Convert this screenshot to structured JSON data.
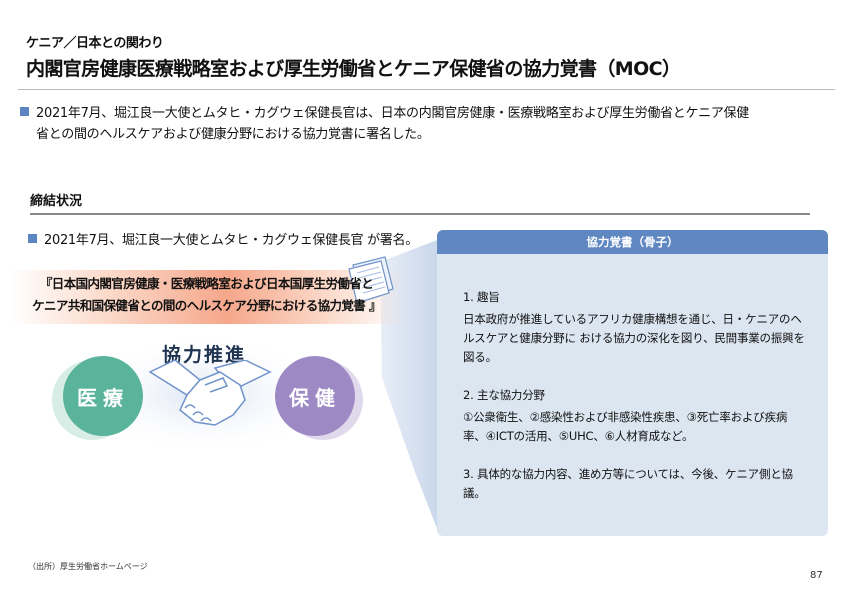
{
  "header": {
    "breadcrumb": "ケニア／日本との関わり",
    "title": "内閣官房健康医療戦略室および厚生労働省とケニア保健省の協力覚書（MOC）"
  },
  "lead": {
    "line1": "2021年7月、堀江良一大使とムタヒ・カグウェ保健長官は、日本の内閣官房健康・医療戦略室および厚生労働省とケニア保健",
    "line2": "省との間のヘルスケアおよび健康分野における協力覚書に署名した。"
  },
  "signing": {
    "section_title": "締結状況",
    "bullet": "2021年7月、堀江良一大使とムタヒ・カグウェ保健長官 が署名。"
  },
  "agreement": {
    "line1": "『日本国内閣官房健康・医療戦略室および日本国厚生労働省と",
    "line2": "ケニア共和国保健省との間のヘルスケア分野における協力覚書 』"
  },
  "illustration": {
    "cooperation_label": "協力推進",
    "left_circle": "医療",
    "right_circle": "保健",
    "colors": {
      "medical": "#5ab39b",
      "health": "#9d8ac4",
      "navy": "#1f3350",
      "hand_outline": "#6f93c9"
    }
  },
  "moc_panel": {
    "header": "協力覚書（骨子）",
    "sections": [
      {
        "heading": "1. 趣旨",
        "body": "日本政府が推進しているアフリカ健康構想を通じ、日・ケニアのヘルスケアと健康分野に おける協力の深化を図り、民間事業の振興を図る。"
      },
      {
        "heading": "2. 主な協力分野",
        "body": "①公衆衛生、②感染性および非感染性疾患、③死亡率および疾病率、④ICTの活用、⑤UHC、⑥人材育成など。"
      },
      {
        "heading": "",
        "body": "3. 具体的な協力内容、進め方等については、今後、ケニア側と協議。"
      }
    ],
    "colors": {
      "header_bg": "#5f87c1",
      "panel_bg": "#dce6f1"
    }
  },
  "footer": {
    "source": "（出所）厚生労働省ホームページ",
    "page_number": "87"
  }
}
